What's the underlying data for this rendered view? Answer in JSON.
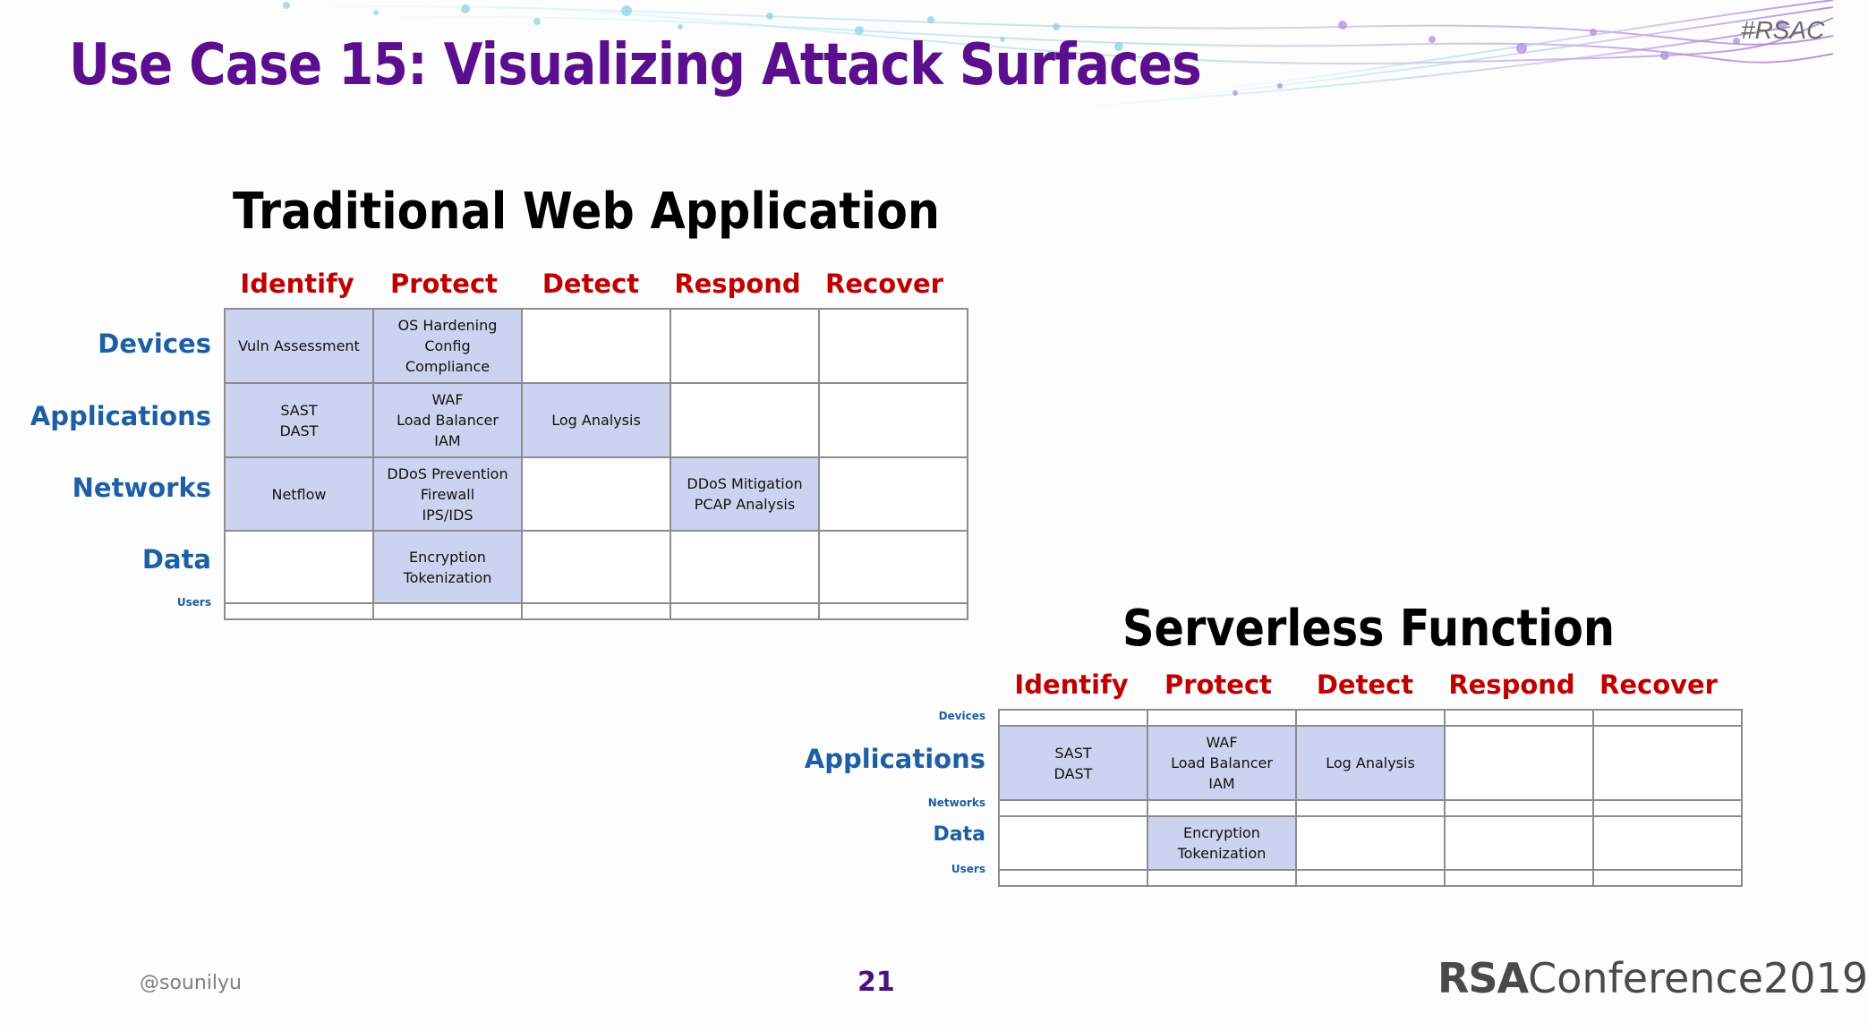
{
  "slide": {
    "title": "Use Case 15: Visualizing Attack Surfaces",
    "hashtag": "#RSAC",
    "footer_handle": "@sounilyu",
    "page_number": "21",
    "logo_rsa": "RSA",
    "logo_rest": "Conference2019"
  },
  "colors": {
    "title": "#5b0f8e",
    "column_header": "#c00000",
    "row_header": "#1d5fa4",
    "filled_cell": "#ccd3f1"
  },
  "traditional": {
    "title": "Traditional Web Application",
    "columns": [
      "Identify",
      "Protect",
      "Detect",
      "Respond",
      "Recover"
    ],
    "rows": [
      {
        "label": "Devices",
        "size": "big",
        "cells": [
          [
            "Vuln Assessment"
          ],
          [
            "OS Hardening",
            "Config",
            "Compliance"
          ],
          [],
          [],
          []
        ]
      },
      {
        "label": "Applications",
        "size": "big",
        "cells": [
          [
            "SAST",
            "DAST"
          ],
          [
            "WAF",
            "Load Balancer",
            "IAM"
          ],
          [
            "Log Analysis"
          ],
          [],
          []
        ]
      },
      {
        "label": "Networks",
        "size": "big",
        "cells": [
          [
            "Netflow"
          ],
          [
            "DDoS Prevention",
            "Firewall",
            "IPS/IDS"
          ],
          [],
          [
            "DDoS Mitigation",
            "PCAP Analysis"
          ],
          []
        ]
      },
      {
        "label": "Data",
        "size": "big",
        "cells": [
          [],
          [
            "Encryption",
            "Tokenization"
          ],
          [],
          [],
          []
        ]
      },
      {
        "label": "Users",
        "size": "small",
        "cells": [
          [],
          [],
          [],
          [],
          []
        ]
      }
    ]
  },
  "serverless": {
    "title": "Serverless Function",
    "columns": [
      "Identify",
      "Protect",
      "Detect",
      "Respond",
      "Recover"
    ],
    "rows": [
      {
        "label": "Devices",
        "size": "small",
        "cells": [
          [],
          [],
          [],
          [],
          []
        ]
      },
      {
        "label": "Applications",
        "size": "big",
        "cells": [
          [
            "SAST",
            "DAST"
          ],
          [
            "WAF",
            "Load Balancer",
            "IAM"
          ],
          [
            "Log Analysis"
          ],
          [],
          []
        ]
      },
      {
        "label": "Networks",
        "size": "small",
        "cells": [
          [],
          [],
          [],
          [],
          []
        ]
      },
      {
        "label": "Data",
        "size": "mid",
        "cells": [
          [],
          [
            "Encryption",
            "Tokenization"
          ],
          [],
          [],
          []
        ]
      },
      {
        "label": "Users",
        "size": "small",
        "cells": [
          [],
          [],
          [],
          [],
          []
        ]
      }
    ]
  }
}
